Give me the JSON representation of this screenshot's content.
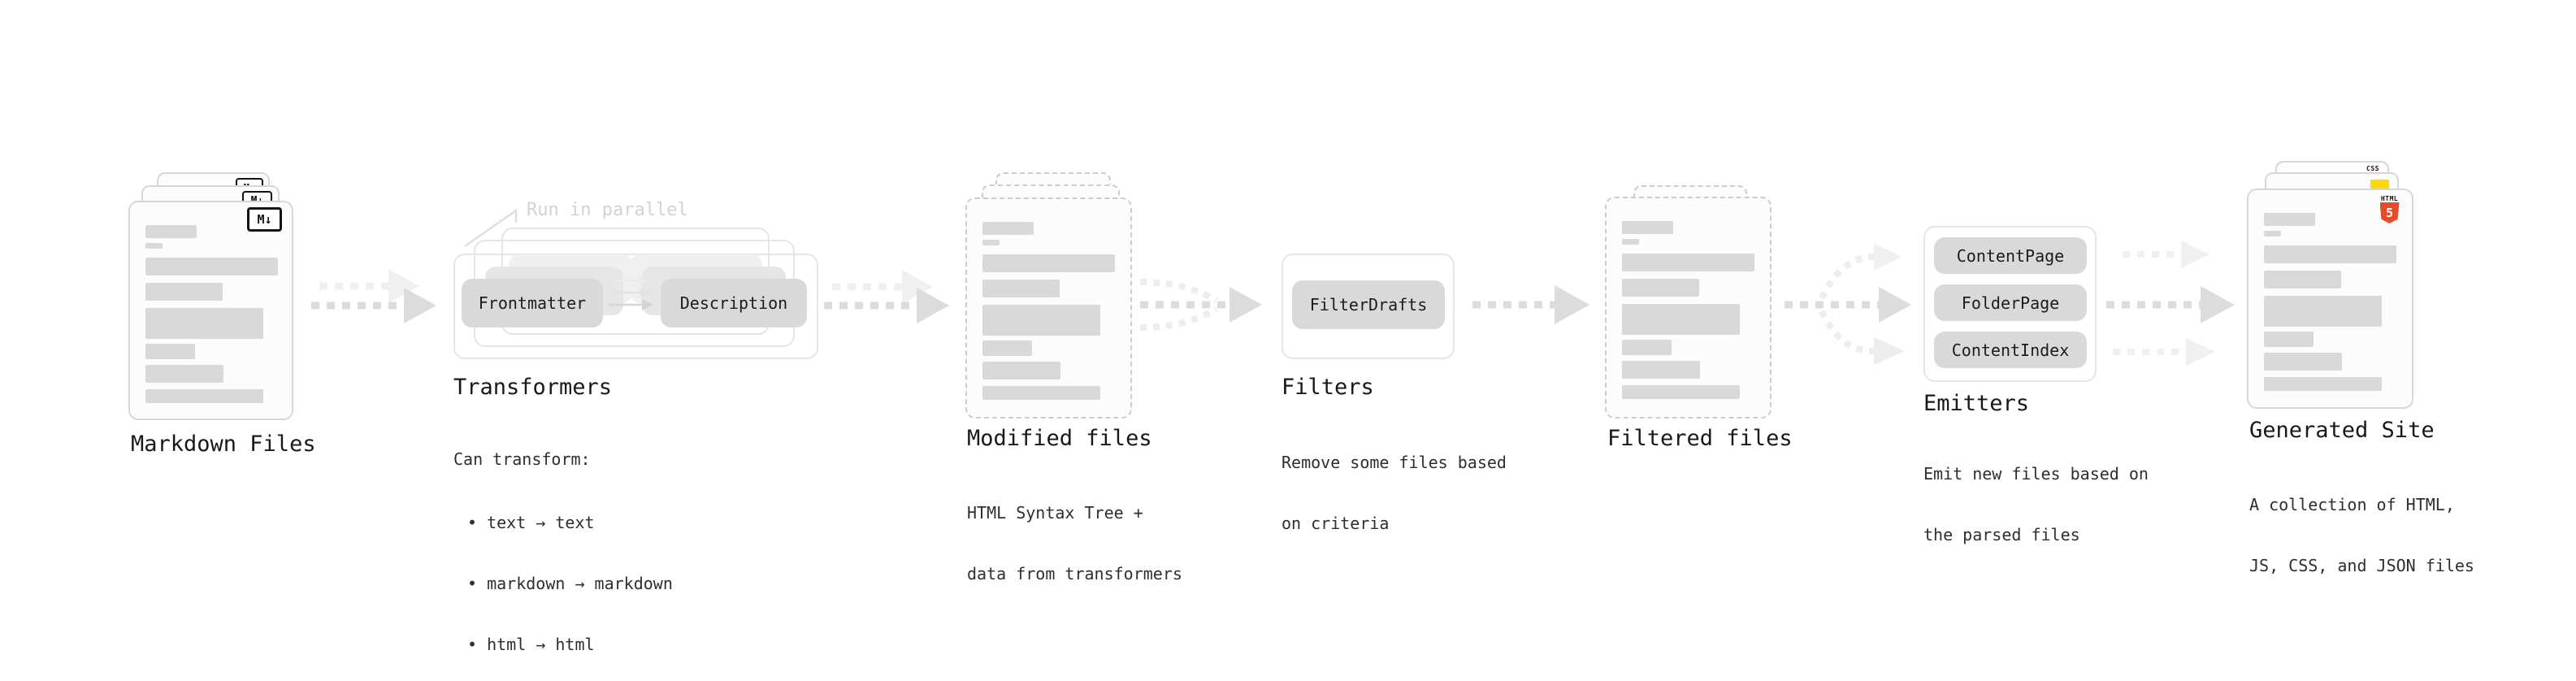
{
  "stage_markdown_files": {
    "title": "Markdown Files",
    "file_type_badge": "M↓"
  },
  "stage_transformers": {
    "title": "Transformers",
    "annotation": "Run in parallel",
    "pill_frontmatter": "Frontmatter",
    "pill_description": "Description",
    "desc_heading": "Can transform:",
    "bullets": [
      "• text → text",
      "• markdown → markdown",
      "• html → html"
    ]
  },
  "stage_modified_files": {
    "title": "Modified files",
    "desc_line1": "HTML Syntax Tree +",
    "desc_line2": "data from transformers"
  },
  "stage_filters": {
    "title": "Filters",
    "pill_filterdrafts": "FilterDrafts",
    "desc_line1": "Remove some files based",
    "desc_line2": "on criteria"
  },
  "stage_filtered_files": {
    "title": "Filtered files"
  },
  "stage_emitters": {
    "title": "Emitters",
    "pills": [
      "ContentPage",
      "FolderPage",
      "ContentIndex"
    ],
    "desc_line1": "Emit new files based on",
    "desc_line2": "the parsed files"
  },
  "stage_generated_site": {
    "title": "Generated Site",
    "desc_line1": "A collection of HTML,",
    "desc_line2": "JS, CSS, and JSON files",
    "badge_css": "CSS",
    "badge_html_label": "HTML",
    "badge_html_number": "5"
  },
  "colors": {
    "html5_orange": "#e44d26",
    "js_yellow": "#ffd900",
    "css_blue": "#2761e8",
    "pill_gray": "#d9d9d9",
    "arrow_gray": "#dcdcdc",
    "arrow_light_gray": "#efefef"
  }
}
